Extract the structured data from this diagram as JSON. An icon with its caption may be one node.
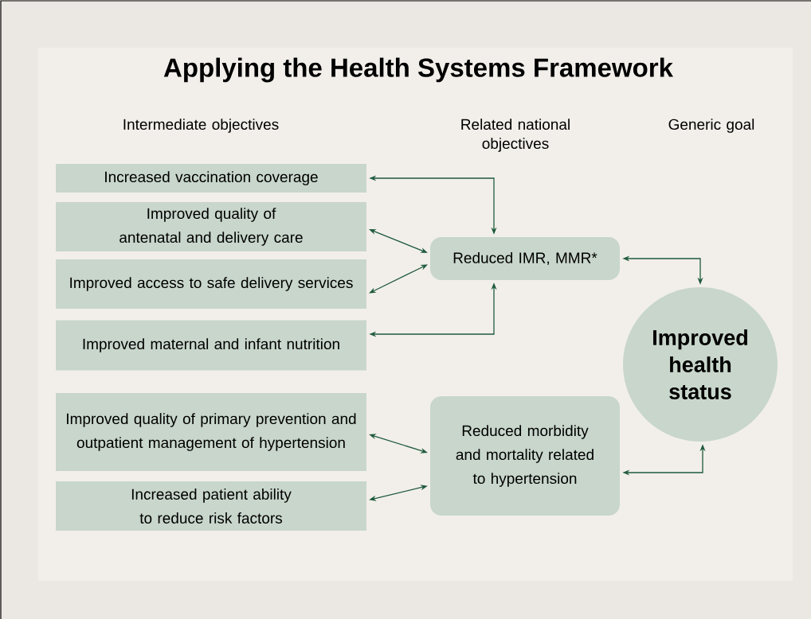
{
  "diagram": {
    "title": "Applying the Health Systems Framework",
    "nodes": [
      {
        "text": [
          "Increased vaccination coverage"
        ]
      },
      {
        "text": [
          "Improved quality of antenatal and delivery care"
        ]
      },
      {
        "text": [
          "Improved access to safe delivery services"
        ]
      },
      {
        "text": [
          "Improved maternal and infant nutrition"
        ]
      },
      {
        "text": [
          "Reduced IMR, MMR*"
        ]
      },
      {
        "text": [
          "Improved health status"
        ]
      },
      {
        "text": [
          "Improved quality of primary prevention and outpatient management of hypertension"
        ]
      },
      {
        "text": [
          "Increased patient ability to reduce risk factors"
        ]
      },
      {
        "text": [
          "Reduced morbidity and mortality related to hypertension"
        ]
      }
    ],
    "edges": [
      {
        "from": 0,
        "to": 4,
        "arrow": "both"
      },
      {
        "from": 1,
        "to": 4,
        "arrow": "both"
      },
      {
        "from": 2,
        "to": 4,
        "arrow": "both"
      },
      {
        "from": 3,
        "to": 4,
        "arrow": "both"
      },
      {
        "from": 4,
        "to": 5,
        "arrow": "both"
      },
      {
        "from": 6,
        "to": 8,
        "arrow": "both"
      },
      {
        "from": 7,
        "to": 8,
        "arrow": "both"
      },
      {
        "from": 8,
        "to": 5,
        "arrow": "both"
      }
    ],
    "labels": [
      "Intermediate objectives",
      "Related national objectives",
      "Generic goal"
    ]
  }
}
